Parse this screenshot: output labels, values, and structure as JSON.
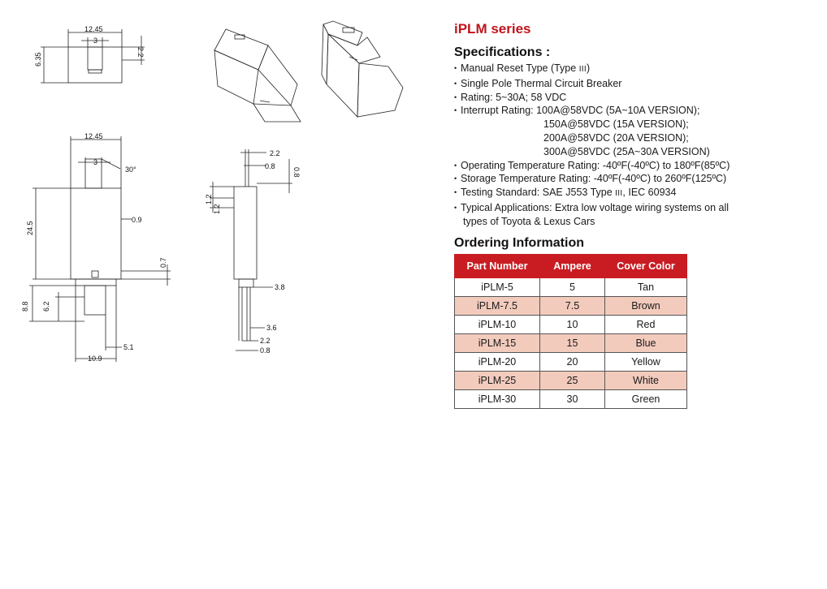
{
  "series_title": "iPLM series",
  "specs_title": "Specifications :",
  "specs": [
    {
      "text": "Manual Reset Type (Type ",
      "sc": "III",
      "after": ")"
    },
    {
      "text": "Single Pole Thermal Circuit Breaker"
    },
    {
      "text": "Rating: 5~30A; 58 VDC"
    },
    {
      "text": "Interrupt Rating:  100A@58VDC (5A~10A VERSION);"
    },
    {
      "text": "150A@58VDC (15A VERSION);",
      "indent": true
    },
    {
      "text": "200A@58VDC (20A VERSION);",
      "indent": true
    },
    {
      "text": "300A@58VDC (25A~30A VERSION)",
      "indent": true
    },
    {
      "text": "Operating Temperature Rating: -40ºF(-40ºC) to 180ºF(85ºC)"
    },
    {
      "text": "Storage Temperature Rating: -40ºF(-40ºC) to 260ºF(125ºC)"
    },
    {
      "text": "Testing Standard: SAE J553 Type ",
      "sc": "III",
      "after": ", IEC 60934"
    },
    {
      "text": "Typical Applications: Extra low voltage wiring systems on all"
    },
    {
      "text": "types of Toyota & Lexus Cars",
      "cont": true
    }
  ],
  "ordering_title": "Ordering Information",
  "table": {
    "headers": [
      "Part Number",
      "Ampere",
      "Cover Color"
    ],
    "rows": [
      [
        "iPLM-5",
        "5",
        "Tan"
      ],
      [
        "iPLM-7.5",
        "7.5",
        "Brown"
      ],
      [
        "iPLM-10",
        "10",
        "Red"
      ],
      [
        "iPLM-15",
        "15",
        "Blue"
      ],
      [
        "iPLM-20",
        "20",
        "Yellow"
      ],
      [
        "iPLM-25",
        "25",
        "White"
      ],
      [
        "iPLM-30",
        "30",
        "Green"
      ]
    ]
  },
  "drawing": {
    "top_view": {
      "width": "12.45",
      "slot": "3",
      "height": "6.35",
      "depth": "2.2"
    },
    "front_view": {
      "width": "12.45",
      "tab": "3",
      "angle": "30°",
      "body_height": "24.5",
      "step": "0.9",
      "lip": "0.7",
      "base_h1": "8.8",
      "base_h2": "6.2",
      "base_w": "10.9",
      "pin": "5.1"
    },
    "side_view": {
      "top1": "2.2",
      "top2": "0.8",
      "right": "0.8",
      "left1": "1.2",
      "left2": "1.2",
      "base": "3.8",
      "pin1": "3.6",
      "pin2": "2.2",
      "pin3": "0.8"
    }
  },
  "colors": {
    "accent": "#c91c22",
    "alt_row": "#f3cbbd"
  }
}
